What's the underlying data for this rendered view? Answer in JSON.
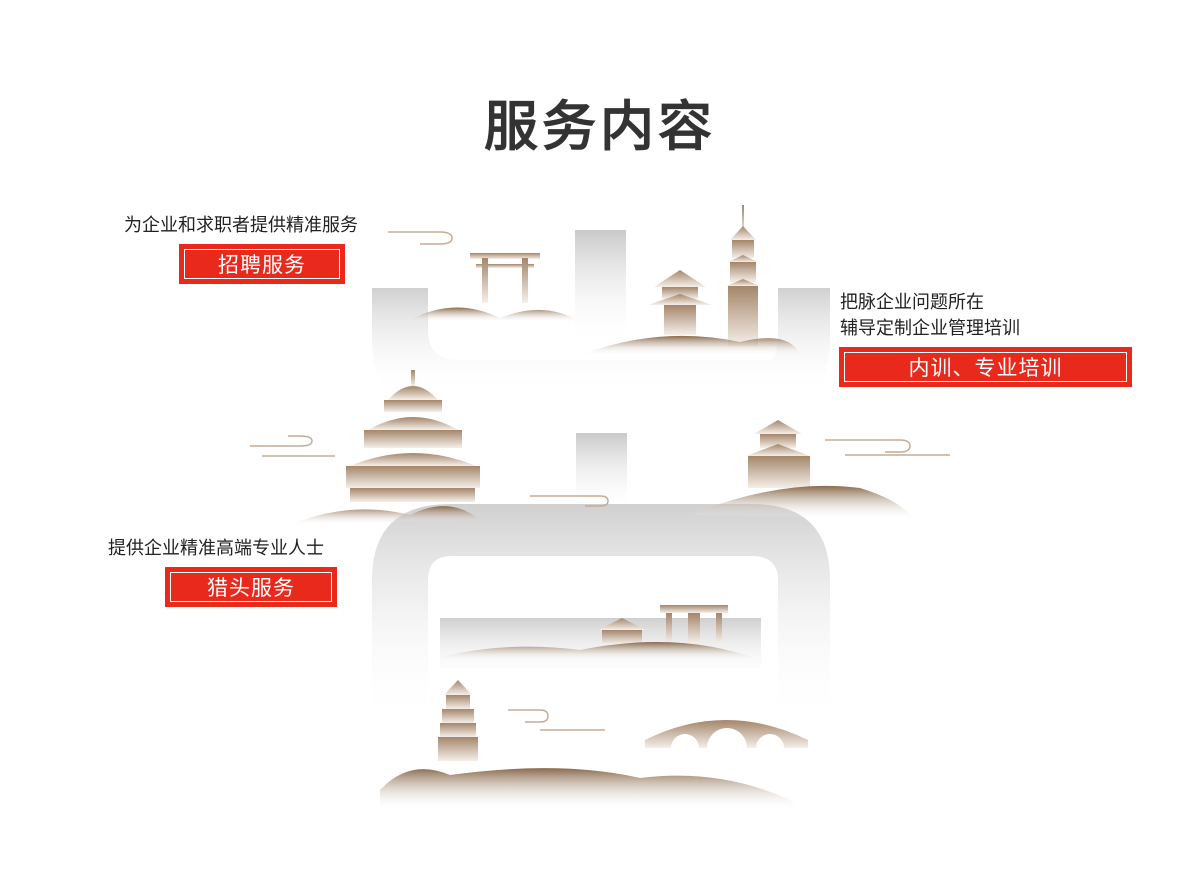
{
  "page": {
    "title": "服务内容"
  },
  "services": [
    {
      "description": "为企业和求职者提供精准服务",
      "label": "招聘服务"
    },
    {
      "description_lines": [
        "把脉企业问题所在",
        "辅导定制企业管理培训"
      ],
      "label": "内训、专业培训"
    },
    {
      "description": "提供企业精准高端专业人士",
      "label": "猎头服务"
    }
  ],
  "colors": {
    "accent": "#e8291c",
    "title": "#333333",
    "frame_gray": "#c8c8c8",
    "landmark_brown": "#8b6a50"
  },
  "illustration": {
    "icon": "chinese-landmarks-illustration"
  }
}
